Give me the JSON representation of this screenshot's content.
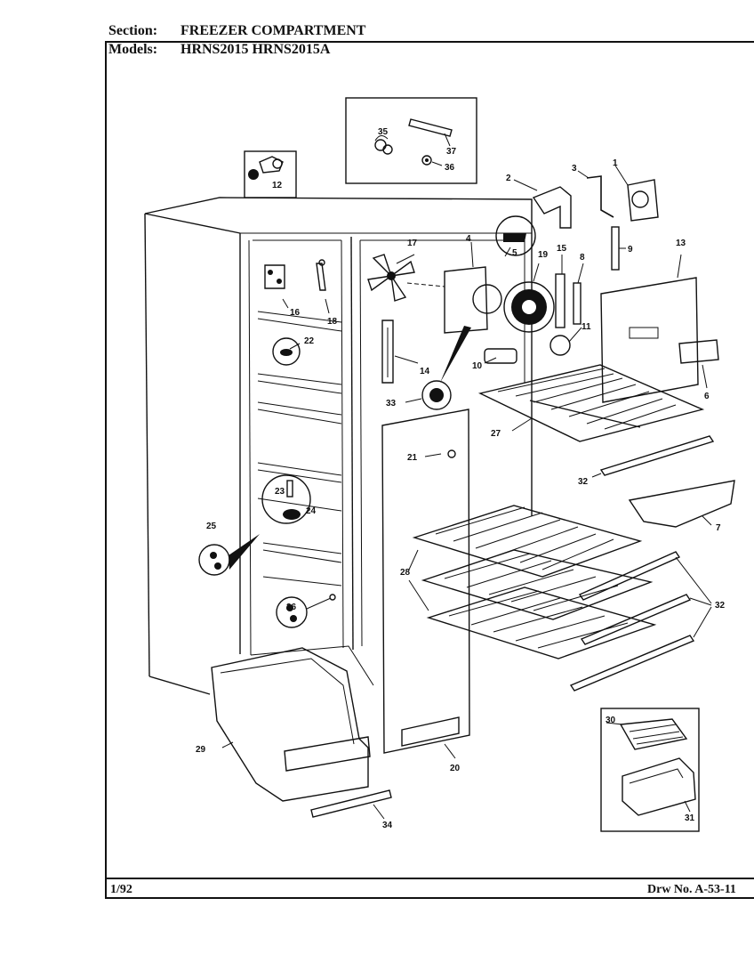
{
  "header": {
    "section_label": "Section:",
    "section_value": "FREEZER COMPARTMENT",
    "models_label": "Models:",
    "models_value": "HRNS2015  HRNS2015A"
  },
  "footer": {
    "date": "1/92",
    "drawing_number": "Drw No. A-53-11"
  },
  "callouts": [
    "1",
    "2",
    "3",
    "4",
    "5",
    "6",
    "7",
    "8",
    "9",
    "10",
    "11",
    "12",
    "13",
    "14",
    "15",
    "16",
    "17",
    "18",
    "19",
    "20",
    "21",
    "22",
    "23",
    "24",
    "25",
    "26",
    "27",
    "28",
    "29",
    "30",
    "31",
    "32",
    "32",
    "33",
    "34",
    "35",
    "36",
    "37"
  ]
}
